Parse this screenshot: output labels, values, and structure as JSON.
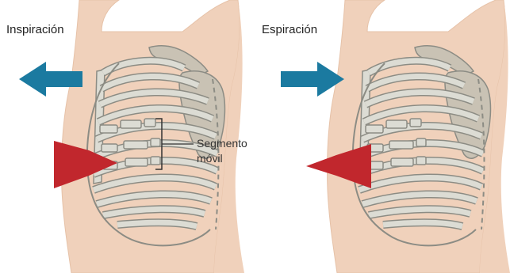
{
  "panels": {
    "left": {
      "title": "Inspiración"
    },
    "right": {
      "title": "Espiración"
    }
  },
  "annotation": {
    "line1": "Segmento",
    "line2": "móvil"
  },
  "colors": {
    "skin": "#f0d1bb",
    "skin_edge": "#e6c2a8",
    "bone_fill": "#dcdcd4",
    "bone_stroke": "#8c8c84",
    "scapula": "#c9c2b4",
    "blue_arrow": "#1b7aa0",
    "red_arrow": "#c1272d"
  },
  "icons": {
    "outward_arrow": "arrow-left-icon",
    "inward_arrow": "arrow-right-icon"
  }
}
